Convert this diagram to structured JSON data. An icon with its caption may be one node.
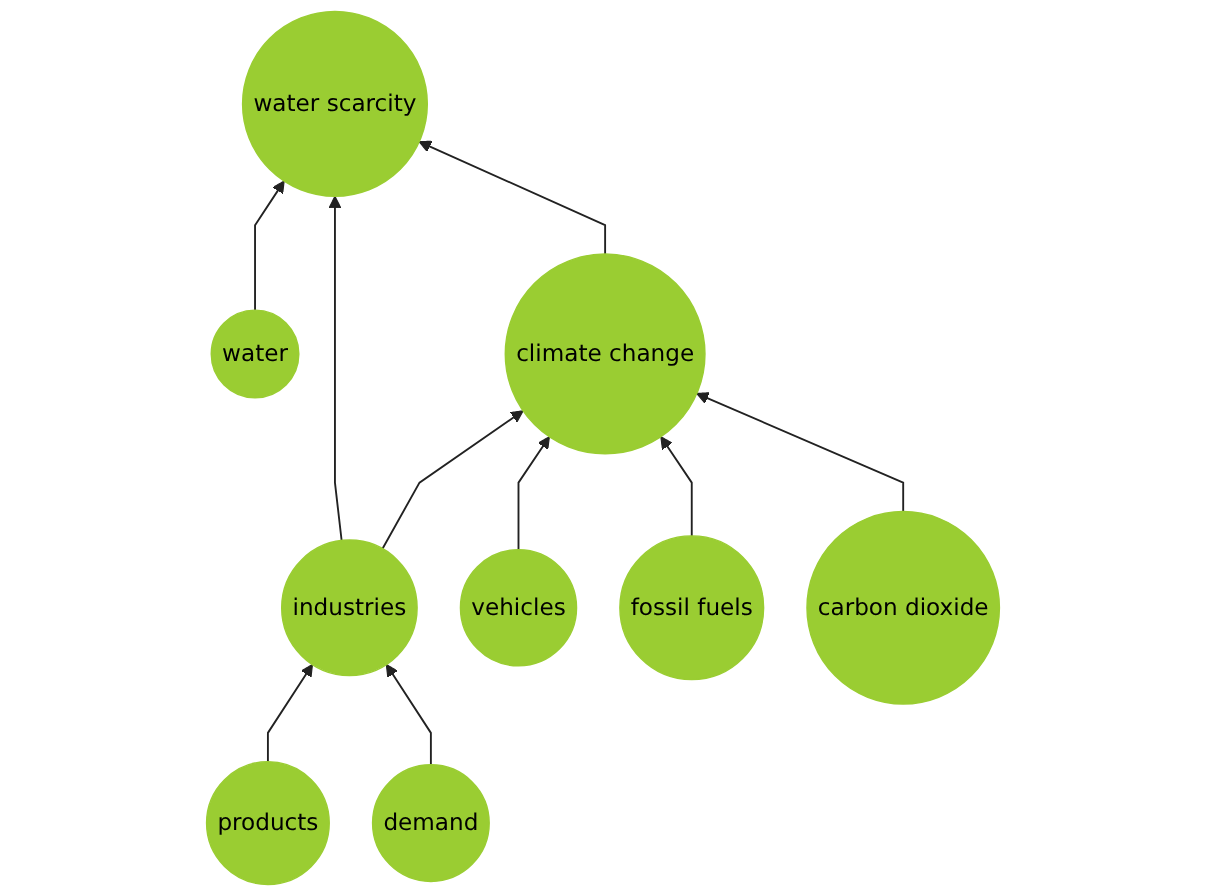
{
  "diagram": {
    "nodes": [
      {
        "text": [
          "water scarcity"
        ]
      },
      {
        "text": [
          "water"
        ]
      },
      {
        "text": [
          "products"
        ]
      },
      {
        "text": [
          "demand"
        ]
      },
      {
        "text": [
          "industries"
        ]
      },
      {
        "text": [
          "climate change"
        ]
      },
      {
        "text": [
          "vehicles"
        ]
      },
      {
        "text": [
          "fossil fuels"
        ]
      },
      {
        "text": [
          "carbon dioxide"
        ]
      }
    ],
    "edges": [
      {
        "from": 1,
        "to": 0,
        "arrow": "to"
      },
      {
        "from": 5,
        "to": 0,
        "arrow": "to"
      },
      {
        "from": 4,
        "to": 0,
        "arrow": "to"
      },
      {
        "from": 2,
        "to": 4,
        "arrow": "to"
      },
      {
        "from": 3,
        "to": 4,
        "arrow": "to"
      },
      {
        "from": 4,
        "to": 5,
        "arrow": "to"
      },
      {
        "from": 6,
        "to": 5,
        "arrow": "to"
      },
      {
        "from": 8,
        "to": 5,
        "arrow": "to"
      },
      {
        "from": 7,
        "to": 5,
        "arrow": "to"
      }
    ]
  }
}
